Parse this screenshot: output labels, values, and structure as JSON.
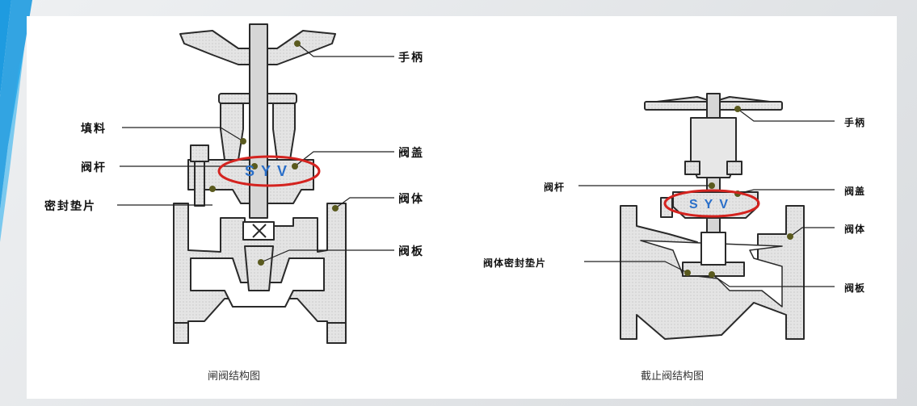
{
  "gate_valve": {
    "caption": "闸阀结构图",
    "labels": {
      "handwheel": "手柄",
      "packing": "填料",
      "stem": "阀杆",
      "bonnet": "阀盖",
      "gasket": "密封垫片",
      "body": "阀体",
      "disc": "阀板"
    }
  },
  "globe_valve": {
    "caption": "截止阀结构图",
    "labels": {
      "handwheel": "手柄",
      "stem": "阀杆",
      "bonnet": "阀盖",
      "body": "阀体",
      "gasket": "阀体密封垫片",
      "disc": "阀板"
    }
  },
  "watermark": "SYV",
  "colors": {
    "accent_stripe": "#1e9be0",
    "valve_fill": "#e3e3e3",
    "outline": "#2a2a2a",
    "leader_dot": "#5a5a1e",
    "watermark_red": "#d4231f",
    "watermark_blue": "#2a6fc9"
  }
}
